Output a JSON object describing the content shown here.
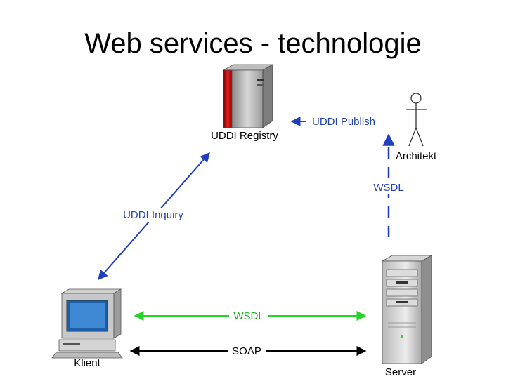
{
  "title": "Web services - technologie",
  "nodes": {
    "registry": "UDDI Registry",
    "architect": "Architekt",
    "client": "Klient",
    "server": "Server"
  },
  "edges": {
    "publish": "UDDI Publish",
    "inquiry": "UDDI Inquiry",
    "wsdl_architect": "WSDL",
    "wsdl_client_server": "WSDL",
    "soap": "SOAP"
  },
  "colors": {
    "blue_line": "#1f3fbf",
    "green_line": "#2bd12b",
    "label_blue": "#2244aa",
    "label_green": "#22aa22",
    "registry_red": "#cc2222"
  }
}
